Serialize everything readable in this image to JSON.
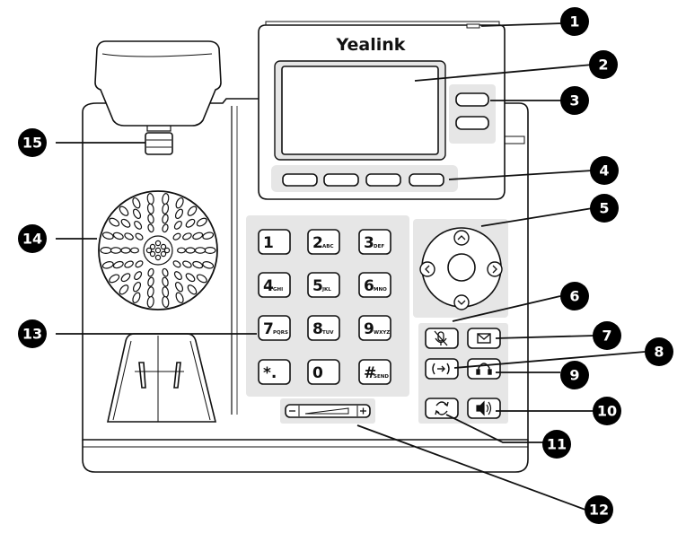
{
  "brand": "Yealink",
  "keypad": [
    {
      "key": "1",
      "sub": ""
    },
    {
      "key": "2",
      "sub": "ABC"
    },
    {
      "key": "3",
      "sub": "DEF"
    },
    {
      "key": "4",
      "sub": "GHI"
    },
    {
      "key": "5",
      "sub": "JKL"
    },
    {
      "key": "6",
      "sub": "MNO"
    },
    {
      "key": "7",
      "sub": "PQRS"
    },
    {
      "key": "8",
      "sub": "TUV"
    },
    {
      "key": "9",
      "sub": "WXYZ"
    },
    {
      "key": "*.",
      "sub": ""
    },
    {
      "key": "0",
      "sub": ""
    },
    {
      "key": "#",
      "sub": "SEND"
    }
  ],
  "callouts": [
    "1",
    "2",
    "3",
    "4",
    "5",
    "6",
    "7",
    "8",
    "9",
    "10",
    "11",
    "12",
    "13",
    "14",
    "15"
  ],
  "colors": {
    "line": "#111111",
    "panel": "#e6e6e6",
    "callout": "#000000"
  }
}
